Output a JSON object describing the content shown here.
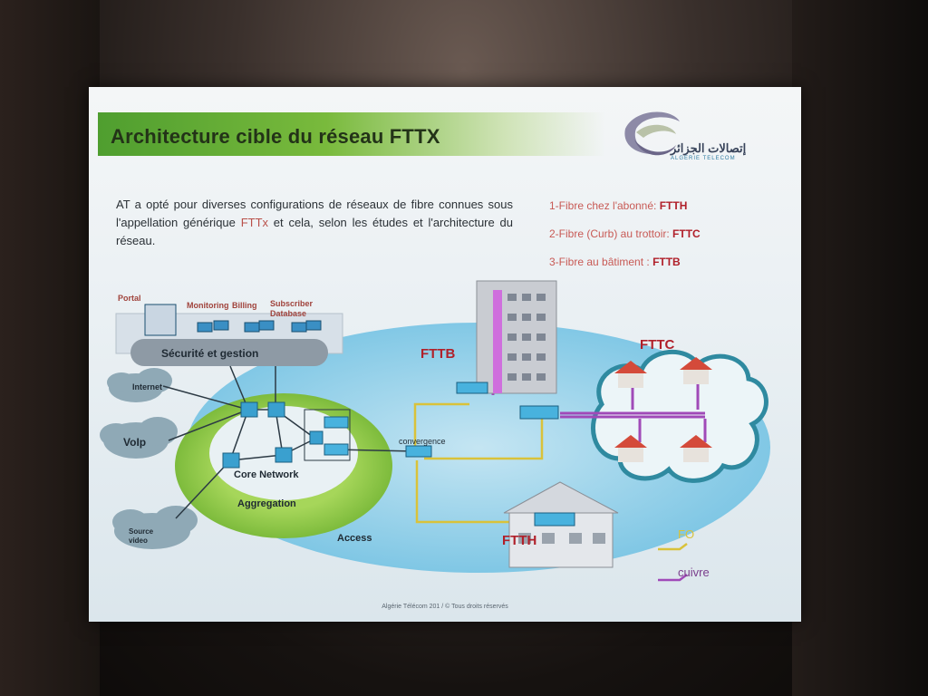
{
  "slide": {
    "title": "Architecture cible du réseau FTTX",
    "logo": {
      "arabic": "إتصالات الجزائر",
      "latin": "ALGERIE TELECOM"
    },
    "intro": {
      "before": "AT a opté pour diverses configurations de réseaux de fibre connues sous l'appellation générique ",
      "highlight": "FTTx",
      "after": " et cela, selon les études et l'architecture du réseau."
    },
    "types": [
      {
        "label": "1-Fibre chez l'abonné: ",
        "code": "FTTH"
      },
      {
        "label": "2-Fibre (Curb) au trottoir: ",
        "code": "FTTC"
      },
      {
        "label": "3-Fibre au bâtiment : ",
        "code": "FTTB"
      }
    ],
    "diagram": {
      "portal": "Portal",
      "monitoring": "Monitoring",
      "billing": "Billing",
      "subscriber_database": "Subscriber Database",
      "security": "Sécurité et gestion",
      "internet": "Internet",
      "voip": "VoIp",
      "source_video": "Source video",
      "core": "Core Network",
      "aggregation": "Aggregation",
      "access": "Access",
      "convergence": "convergence",
      "fttb": "FTTB",
      "fttc": "FTTC",
      "ftth": "FTTH"
    },
    "legend": {
      "fo": "FO",
      "cuivre": "cuivre"
    },
    "footer": "Algérie Télécom 201 / © Tous droits réservés",
    "colors": {
      "fo_line": "#d9c23a",
      "copper_line": "#a04ab8",
      "title_green": "#5aa532"
    }
  }
}
